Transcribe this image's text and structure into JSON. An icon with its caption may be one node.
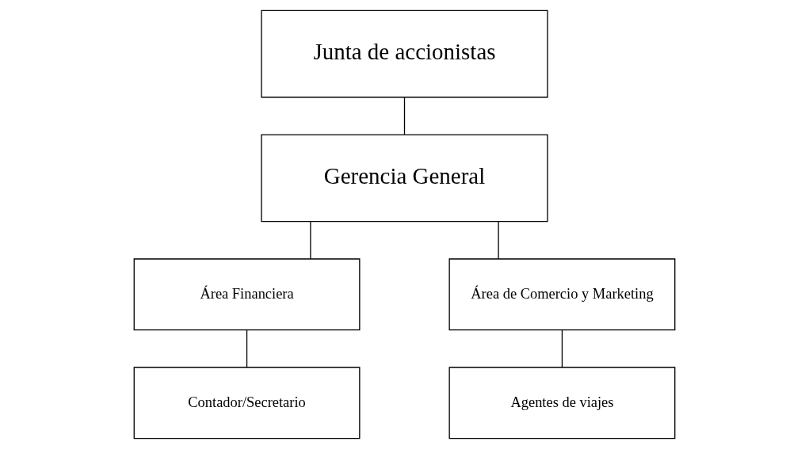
{
  "diagram": {
    "nodes": [
      {
        "text": [
          "Junta de accionistas"
        ]
      },
      {
        "text": [
          "Gerencia General"
        ]
      },
      {
        "text": [
          "Área Financiera"
        ]
      },
      {
        "text": [
          "Área de Comercio y Marketing"
        ]
      },
      {
        "text": [
          "Contador/Secretario"
        ]
      },
      {
        "text": [
          "Agentes de viajes"
        ]
      }
    ],
    "edges": [
      {
        "from": 0,
        "to": 1,
        "arrow": "none"
      },
      {
        "from": 1,
        "to": 2,
        "arrow": "none"
      },
      {
        "from": 1,
        "to": 3,
        "arrow": "none"
      },
      {
        "from": 2,
        "to": 4,
        "arrow": "none"
      },
      {
        "from": 3,
        "to": 5,
        "arrow": "none"
      }
    ]
  }
}
